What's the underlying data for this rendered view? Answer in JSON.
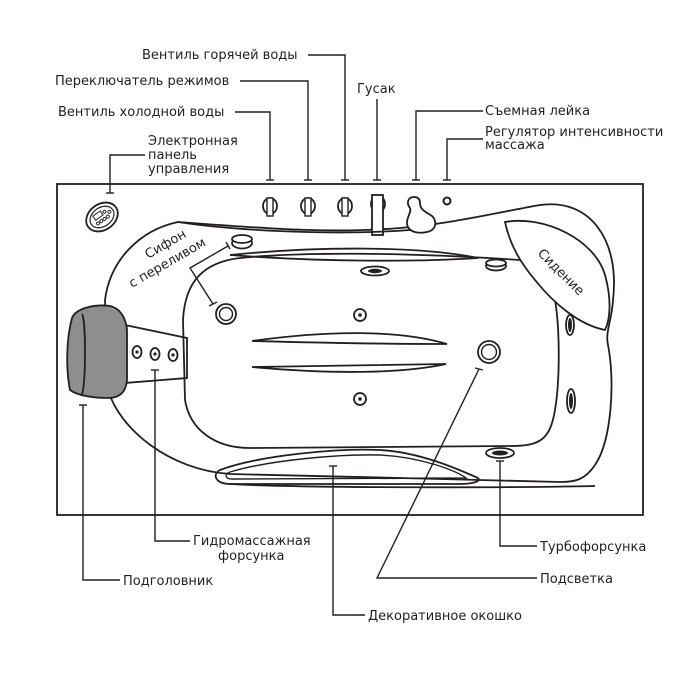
{
  "diagram": {
    "title": "Гидромассажная ванна — устройство",
    "labels": {
      "hot_valve": "Вентиль горячей воды",
      "mode_switch": "Переключатель режимов",
      "cold_valve": "Вентиль холодной воды",
      "control_panel_1": "Электронная",
      "control_panel_2": "панель",
      "control_panel_3": "управления",
      "spout": "Гусак",
      "hand_shower": "Съемная лейка",
      "massage_regulator_1": "Регулятор интенсивности",
      "massage_regulator_2": "массажа",
      "siphon_1": "Сифон",
      "siphon_2": "с переливом",
      "seat": "Сидение",
      "hydro_jet_1": "Гидромассажная",
      "hydro_jet_2": "форсунка",
      "headrest": "Подголовник",
      "turbo_jet": "Турбофорсунка",
      "lighting": "Подсветка",
      "decor_window": "Декоративное окошко"
    },
    "colors": {
      "line": "#231f20",
      "headrest_fill": "#8e8e8e",
      "background": "#ffffff"
    }
  }
}
